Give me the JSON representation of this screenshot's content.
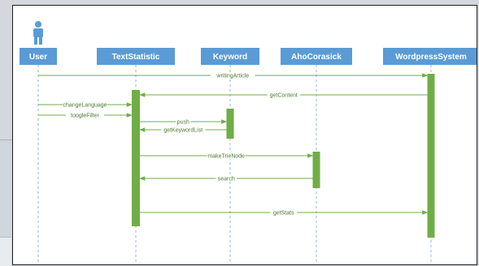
{
  "colors": {
    "header_fill": "#5b9bd5",
    "actor_icon": "#5b9bd5",
    "activation_fill": "#70ad47",
    "message_line": "#70ad47",
    "lifeline": "#9ab6d3",
    "message_text": "#4a7b2e"
  },
  "actor_icon": "person-icon",
  "participants": [
    {
      "id": "user",
      "label": "User"
    },
    {
      "id": "textstatistic",
      "label": "TextStatistic"
    },
    {
      "id": "keyword",
      "label": "Keyword"
    },
    {
      "id": "ahocorasick",
      "label": "AhoCorasick"
    },
    {
      "id": "wordpress",
      "label": "WordpressSystem"
    }
  ],
  "activations": [
    {
      "participant": "textstatistic",
      "from_step": 2,
      "to_step": 9
    },
    {
      "participant": "keyword",
      "from_step": 4,
      "to_step": 5
    },
    {
      "participant": "ahocorasick",
      "from_step": 6,
      "to_step": 7
    },
    {
      "participant": "wordpress",
      "from_step": 0,
      "to_step": 10
    }
  ],
  "messages": [
    {
      "from": "user",
      "to": "wordpress",
      "label": "writingArticle"
    },
    {
      "from": "wordpress",
      "to": "textstatistic",
      "label": "getContent"
    },
    {
      "from": "user",
      "to": "textstatistic",
      "label": "changeLanguage"
    },
    {
      "from": "user",
      "to": "textstatistic",
      "label": "toogleFilter"
    },
    {
      "from": "textstatistic",
      "to": "keyword",
      "label": "push"
    },
    {
      "from": "keyword",
      "to": "textstatistic",
      "label": "getKeywordList"
    },
    {
      "from": "textstatistic",
      "to": "ahocorasick",
      "label": "makeTrieNode"
    },
    {
      "from": "ahocorasick",
      "to": "textstatistic",
      "label": "search"
    },
    {
      "from": "textstatistic",
      "to": "wordpress",
      "label": "getStats"
    }
  ]
}
